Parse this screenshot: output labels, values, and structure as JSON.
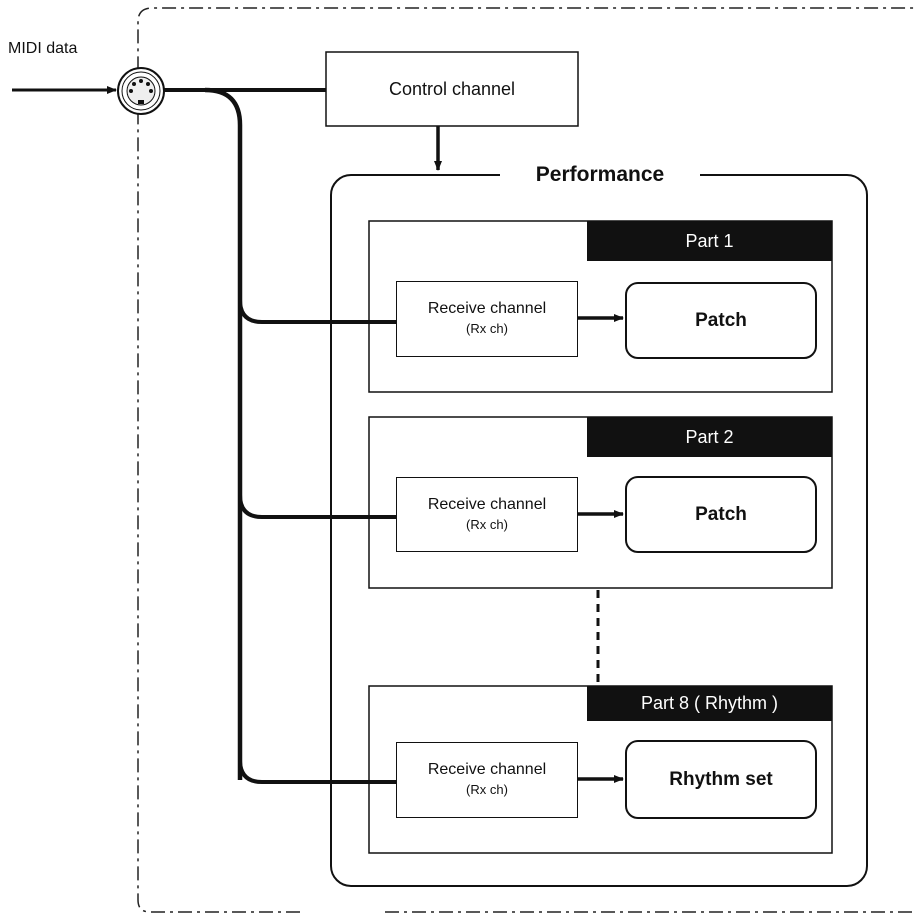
{
  "input": {
    "label": "MIDI data",
    "connector_icon": "midi-din-connector-icon"
  },
  "control": {
    "label": "Control channel"
  },
  "performance": {
    "label": "Performance"
  },
  "parts": [
    {
      "tab": "Part 1",
      "rx_label": "Receive channel",
      "rx_sub": "(Rx ch)",
      "target": "Patch"
    },
    {
      "tab": "Part 2",
      "rx_label": "Receive channel",
      "rx_sub": "(Rx ch)",
      "target": "Patch"
    },
    {
      "tab": "Part 8 ( Rhythm )",
      "rx_label": "Receive channel",
      "rx_sub": "(Rx ch)",
      "target": "Rhythm set"
    }
  ]
}
